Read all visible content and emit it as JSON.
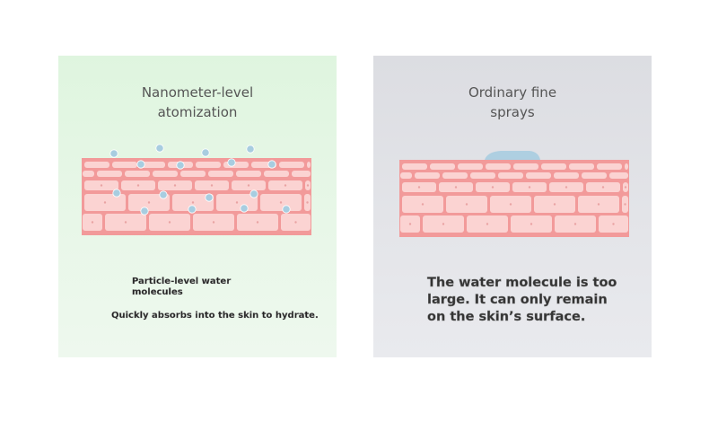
{
  "left": {
    "title_line1": "Nanometer-level",
    "title_line2": "atomization",
    "caption_line1": "Particle-level water",
    "caption_line2": "molecules",
    "caption_line3": "Quickly absorbs into the skin to hydrate."
  },
  "right": {
    "title_line1": "Ordinary fine",
    "title_line2": "sprays",
    "caption_line1": "The water molecule is too",
    "caption_line2": "large. It can only remain",
    "caption_line3": "on the skin’s surface."
  },
  "colors": {
    "skin_base": "#f29a9a",
    "cell_fill": "#fbd3d2",
    "droplet": "#a8cde0",
    "left_bg": "#e3f5e3",
    "right_bg": "#e1e2e6"
  }
}
